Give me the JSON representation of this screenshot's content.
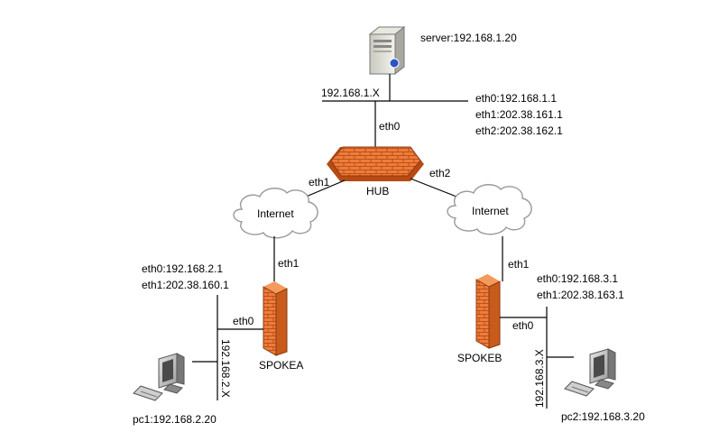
{
  "server": {
    "label": "server:192.168.1.20",
    "icon": "server-icon"
  },
  "net1": {
    "label": "192.168.1.X"
  },
  "hub": {
    "name": "HUB",
    "icon": "firewall-icon",
    "interfaces": [
      "eth0:192.168.1.1",
      "eth1:202.38.161.1",
      "eth2:202.38.162.1"
    ],
    "eth0_label": "eth0",
    "eth1_label": "eth1",
    "eth2_label": "eth2"
  },
  "internet_left": {
    "label": "Internet",
    "icon": "cloud-icon"
  },
  "internet_right": {
    "label": "Internet",
    "icon": "cloud-icon"
  },
  "spokea": {
    "name": "SPOKEA",
    "icon": "firewall-icon",
    "interfaces": [
      "eth0:192.168.2.1",
      "eth1:202.38.160.1"
    ],
    "eth1_label": "eth1",
    "eth0_label": "eth0"
  },
  "spokeb": {
    "name": "SPOKEB",
    "icon": "firewall-icon",
    "interfaces": [
      "eth0:192.168.3.1",
      "eth1:202.38.163.1"
    ],
    "eth1_label": "eth1",
    "eth0_label": "eth0"
  },
  "net2": {
    "label": "192.168.2.X"
  },
  "net3": {
    "label": "192.168.3.X"
  },
  "pc1": {
    "label": "pc1:192.168.2.20",
    "icon": "pc-icon"
  },
  "pc2": {
    "label": "pc2:192.168.3.20",
    "icon": "pc-icon"
  },
  "colors": {
    "firewall": "#f07c3a",
    "firewall_dark": "#b84a14",
    "cloud_stroke": "#9a9a9a"
  }
}
